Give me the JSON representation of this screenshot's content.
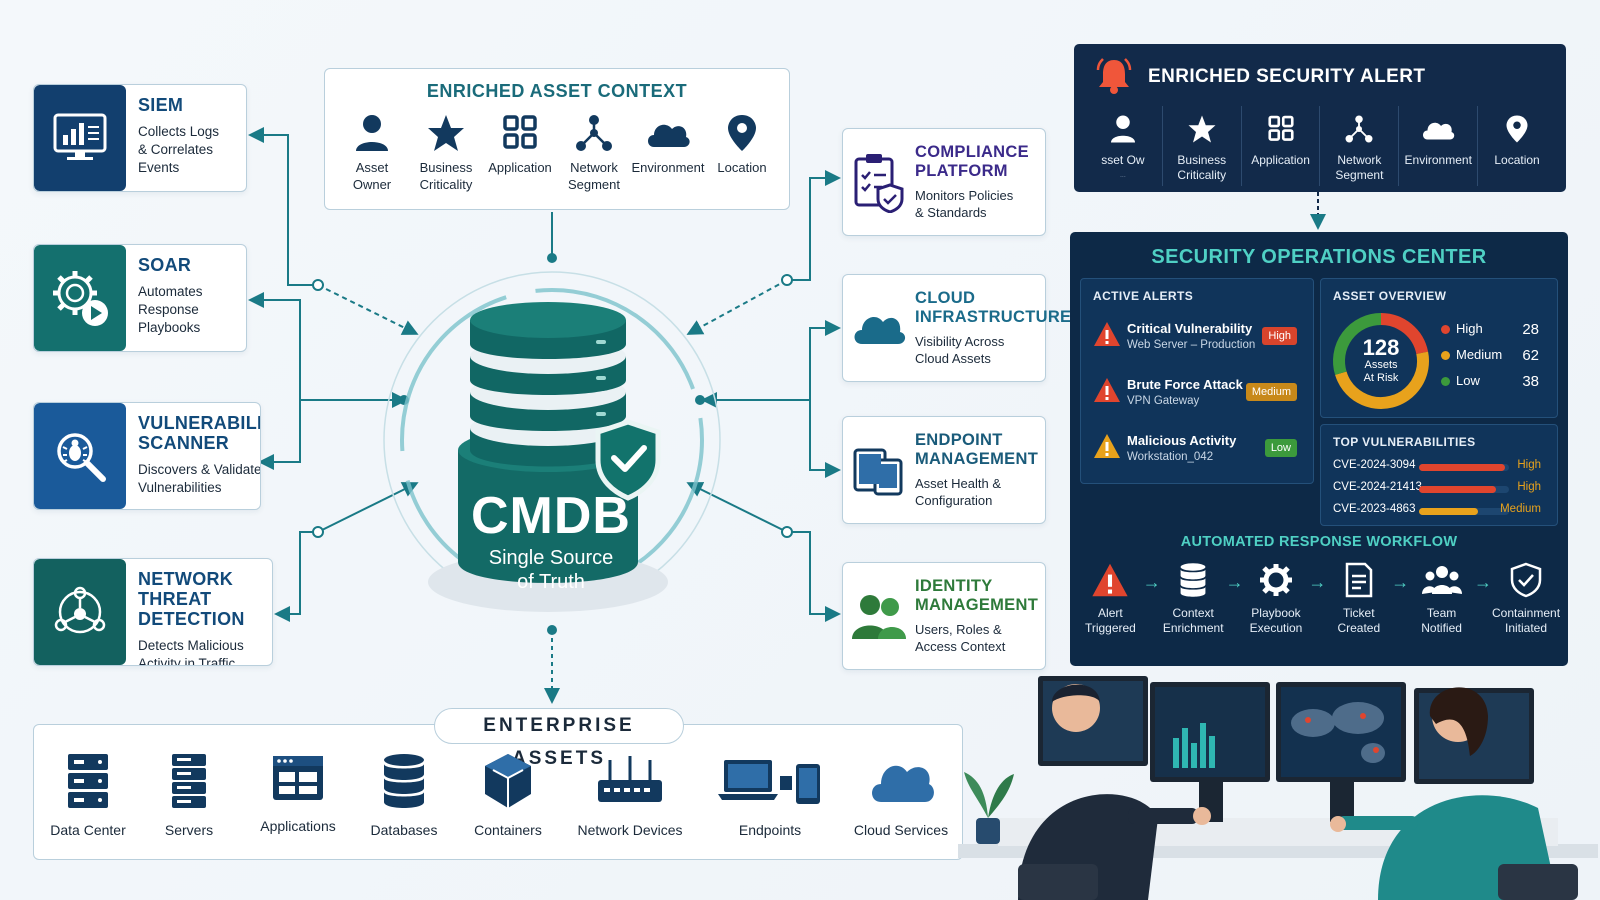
{
  "tools": [
    {
      "title": "SIEM",
      "desc": [
        "Collects Logs",
        "& Correlates",
        "Events"
      ],
      "icon": "monitor-chart-icon"
    },
    {
      "title": "SOAR",
      "desc": [
        "Automates",
        "Response",
        "Playbooks"
      ],
      "icon": "gear-play-icon"
    },
    {
      "title": "VULNERABILITY\nSCANNER",
      "desc": [
        "Discovers & Validates",
        "Vulnerabilities"
      ],
      "icon": "bug-magnifier-icon"
    },
    {
      "title": "NETWORK THREAT\nDETECTION",
      "desc": [
        "Detects Malicious",
        "Activity in Traffic"
      ],
      "icon": "network-nodes-icon"
    }
  ],
  "context": {
    "title": "ENRICHED ASSET CONTEXT",
    "items": [
      {
        "label": "Asset\nOwner",
        "icon": "person-icon"
      },
      {
        "label": "Business\nCriticality",
        "icon": "star-icon"
      },
      {
        "label": "Application",
        "icon": "grid-icon"
      },
      {
        "label": "Network\nSegment",
        "icon": "network-icon"
      },
      {
        "label": "Environment",
        "icon": "cloud-icon"
      },
      {
        "label": "Location",
        "icon": "pin-icon"
      }
    ]
  },
  "cmdb": {
    "title": "CMDB",
    "subtitle": "Single Source\nof Truth"
  },
  "platforms": [
    {
      "title": "COMPLIANCE\nPLATFORM",
      "desc": [
        "Monitors Policies",
        "& Standards"
      ],
      "color": "#3b2a8a",
      "icon": "clipboard-shield-icon"
    },
    {
      "title": "CLOUD\nINFRASTRUCTURE",
      "desc": [
        "Visibility Across",
        "Cloud Assets"
      ],
      "color": "#1a6b8a",
      "icon": "cloud-icon"
    },
    {
      "title": "ENDPOINT\nMANAGEMENT",
      "desc": [
        "Asset Health &",
        "Configuration"
      ],
      "color": "#1a5b7a",
      "icon": "devices-icon"
    },
    {
      "title": "IDENTITY\nMANAGEMENT",
      "desc": [
        "Users, Roles &",
        "Access Context"
      ],
      "color": "#2e7a3a",
      "icon": "users-icon"
    }
  ],
  "enterprise": {
    "title": "ENTERPRISE ASSETS",
    "items": [
      {
        "label": "Data Center",
        "icon": "datacenter-icon"
      },
      {
        "label": "Servers",
        "icon": "server-icon"
      },
      {
        "label": "Applications",
        "icon": "app-window-icon"
      },
      {
        "label": "Databases",
        "icon": "database-icon"
      },
      {
        "label": "Containers",
        "icon": "container-icon"
      },
      {
        "label": "Network Devices",
        "icon": "router-icon"
      },
      {
        "label": "Endpoints",
        "icon": "laptop-phone-icon"
      },
      {
        "label": "Cloud Services",
        "icon": "cloud-icon"
      }
    ]
  },
  "alert": {
    "title": "ENRICHED SECURITY ALERT",
    "items": [
      {
        "label": "sset Ow\n...",
        "icon": "person-icon"
      },
      {
        "label": "Business\nCriticality",
        "icon": "star-icon"
      },
      {
        "label": "Application",
        "icon": "grid-icon"
      },
      {
        "label": "Network\nSegment",
        "icon": "network-icon"
      },
      {
        "label": "Environment",
        "icon": "cloud-icon"
      },
      {
        "label": "Location",
        "icon": "pin-icon"
      }
    ]
  },
  "soc": {
    "title": "SECURITY OPERATIONS CENTER",
    "active_alerts": {
      "heading": "ACTIVE ALERTS",
      "items": [
        {
          "title": "Critical Vulnerability",
          "sub": "Web Server – Production",
          "severity": "High",
          "color": "#e0452e"
        },
        {
          "title": "Brute Force Attack",
          "sub": "VPN Gateway",
          "severity": "Medium",
          "color": "#e8a21c"
        },
        {
          "title": "Malicious Activity",
          "sub": "Workstation_042",
          "severity": "Low",
          "color": "#3c9a3c"
        }
      ]
    },
    "asset_overview": {
      "heading": "ASSET OVERVIEW",
      "total": "128",
      "total_label": "Assets\nAt Risk",
      "rows": [
        {
          "label": "High",
          "value": 28,
          "color": "#e0452e"
        },
        {
          "label": "Medium",
          "value": 62,
          "color": "#e8a21c"
        },
        {
          "label": "Low",
          "value": 38,
          "color": "#3c9a3c"
        }
      ]
    },
    "top_vulns": {
      "heading": "TOP VULNERABILITIES",
      "items": [
        {
          "id": "CVE-2024-3094",
          "severity": "High",
          "level": 0.95,
          "color": "#e0452e"
        },
        {
          "id": "CVE-2024-21413",
          "severity": "High",
          "level": 0.85,
          "color": "#e0452e"
        },
        {
          "id": "CVE-2023-4863",
          "severity": "Medium",
          "level": 0.65,
          "color": "#e8a21c"
        }
      ]
    },
    "workflow": {
      "title": "AUTOMATED RESPONSE WORKFLOW",
      "steps": [
        {
          "label": "Alert\nTriggered",
          "icon": "warning-icon"
        },
        {
          "label": "Context\nEnrichment",
          "icon": "database-icon"
        },
        {
          "label": "Playbook\nExecution",
          "icon": "gear-icon"
        },
        {
          "label": "Ticket\nCreated",
          "icon": "ticket-icon"
        },
        {
          "label": "Team\nNotified",
          "icon": "team-icon"
        },
        {
          "label": "Containment\nInitiated",
          "icon": "shield-check-icon"
        }
      ]
    }
  },
  "colors": {
    "teal": "#1a6b7a",
    "navy": "#122a4a",
    "accent": "#4fd0c4"
  }
}
